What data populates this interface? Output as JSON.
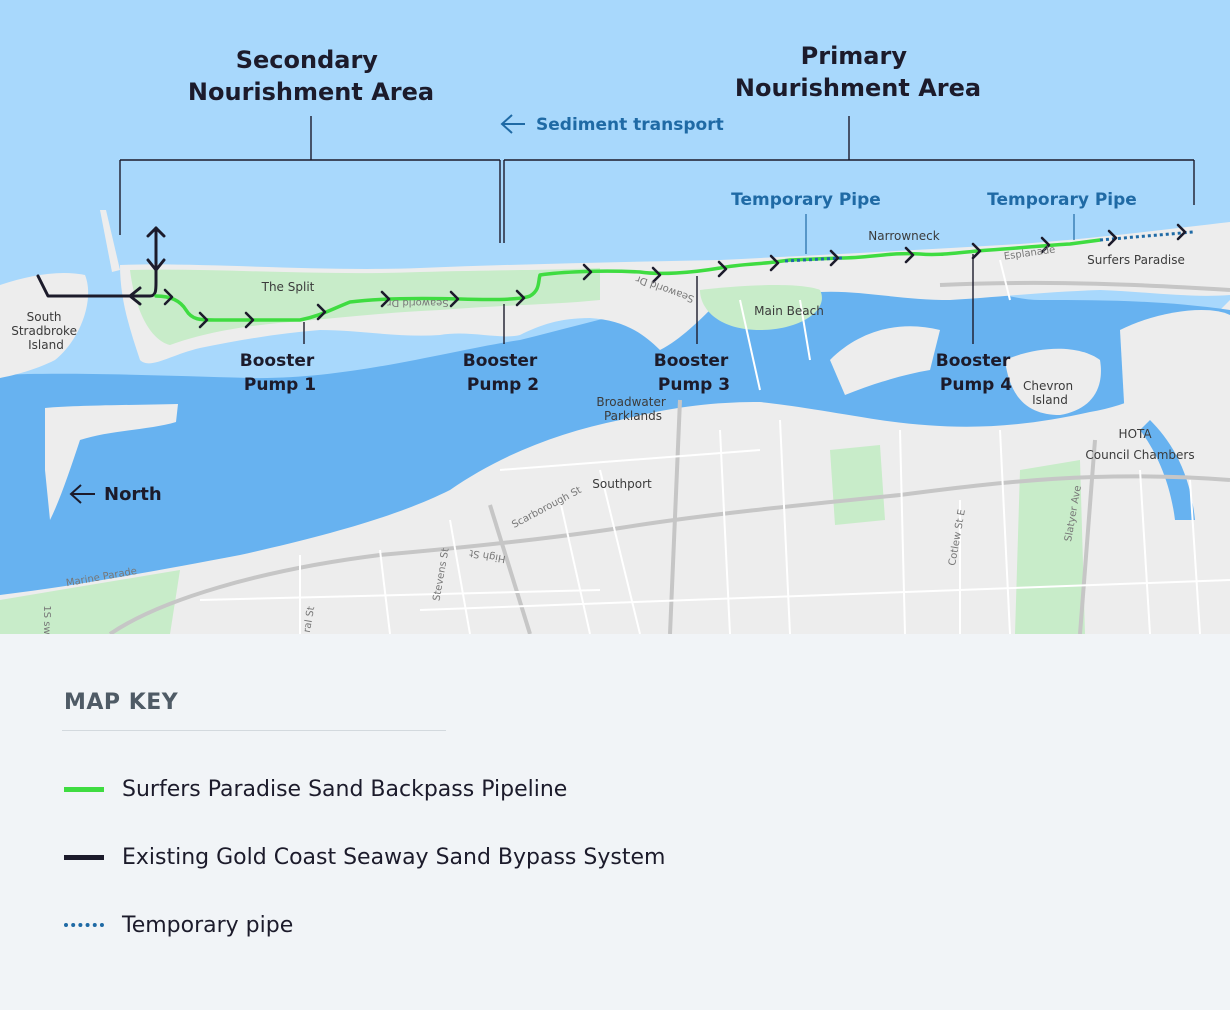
{
  "colors": {
    "ocean": "#a8d8fc",
    "water": "#67b2f0",
    "land": "#ededed",
    "park": "#c8ecc9",
    "pipeline_green": "#3fdc41",
    "bypass_black": "#1c1b2b",
    "temp_blue": "#1f6aa5"
  },
  "map": {
    "areas": {
      "secondary": [
        "Secondary",
        "Nourishment Area"
      ],
      "primary": [
        "Primary",
        "Nourishment Area"
      ]
    },
    "sediment_transport": "Sediment transport",
    "temporary_pipe_1": "Temporary Pipe",
    "temporary_pipe_2": "Temporary Pipe",
    "pumps": [
      [
        "Booster",
        "Pump 1"
      ],
      [
        "Booster",
        "Pump 2"
      ],
      [
        "Booster",
        "Pump 3"
      ],
      [
        "Booster",
        "Pump 4"
      ]
    ],
    "places": {
      "the_split": "The Split",
      "south_stradbroke": [
        "South",
        "Stradbroke",
        "Island"
      ],
      "main_beach": "Main Beach",
      "narrowneck": "Narrowneck",
      "surfers_paradise": "Surfers Paradise",
      "broadwater": [
        "Broadwater",
        "Parklands"
      ],
      "southport": "Southport",
      "chevron": [
        "Chevron",
        "Island"
      ],
      "hota": [
        "HOTA",
        "Council Chambers"
      ]
    },
    "roads": {
      "seaworld_dr_1": "Seaworld Dr",
      "seaworld_dr_2": "Seaworld Dr",
      "esplanade": "Esplanade",
      "scarborough": "Scarborough St",
      "high_st": "High St",
      "stevens": "Stevens St",
      "marine_parade": "Marine Parade",
      "cotlew": "Cotlew St E",
      "slatyer": "Slatyer Ave",
      "ral_st": "ral St",
      "sw": "1S sw"
    },
    "north_label": "North",
    "arrow_icon": "arrow-left-icon"
  },
  "legend": {
    "title": "MAP KEY",
    "items": [
      {
        "label": "Surfers Paradise Sand Backpass Pipeline",
        "swatch": "green-line"
      },
      {
        "label": "Existing Gold Coast Seaway Sand Bypass System",
        "swatch": "black-line"
      },
      {
        "label": "Temporary pipe",
        "swatch": "dotted-blue-line"
      }
    ]
  }
}
